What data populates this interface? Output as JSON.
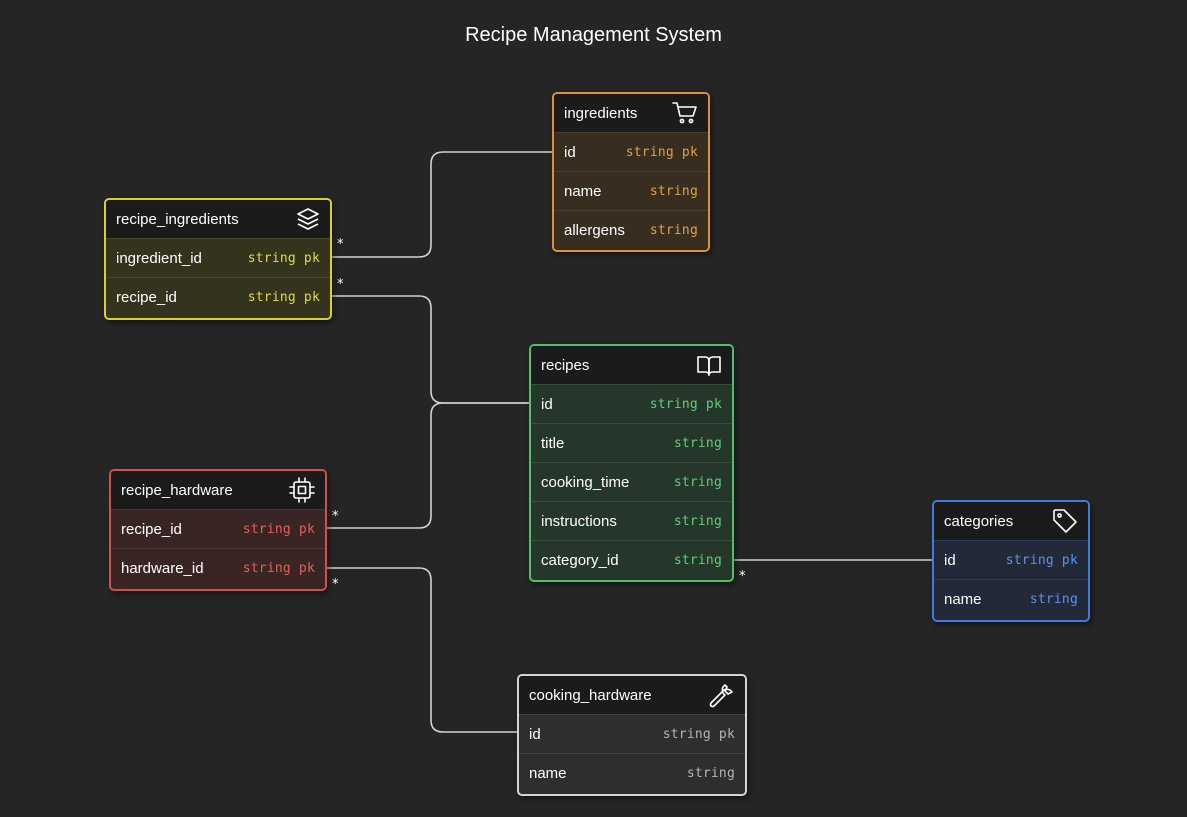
{
  "diagram": {
    "title": "Recipe Management System"
  },
  "entities": {
    "ingredients": {
      "name": "ingredients",
      "icon": "cart-icon",
      "color": "#d9903a",
      "fields": [
        {
          "name": "id",
          "type": "string pk"
        },
        {
          "name": "name",
          "type": "string"
        },
        {
          "name": "allergens",
          "type": "string"
        }
      ]
    },
    "recipe_ingredients": {
      "name": "recipe_ingredients",
      "icon": "layers-icon",
      "color": "#d6d12c",
      "fields": [
        {
          "name": "ingredient_id",
          "type": "string pk"
        },
        {
          "name": "recipe_id",
          "type": "string pk"
        }
      ]
    },
    "recipes": {
      "name": "recipes",
      "icon": "book-icon",
      "color": "#4fbf6b",
      "fields": [
        {
          "name": "id",
          "type": "string pk"
        },
        {
          "name": "title",
          "type": "string"
        },
        {
          "name": "cooking_time",
          "type": "string"
        },
        {
          "name": "instructions",
          "type": "string"
        },
        {
          "name": "category_id",
          "type": "string"
        }
      ]
    },
    "recipe_hardware": {
      "name": "recipe_hardware",
      "icon": "chip-icon",
      "color": "#d1504a",
      "fields": [
        {
          "name": "recipe_id",
          "type": "string pk"
        },
        {
          "name": "hardware_id",
          "type": "string pk"
        }
      ]
    },
    "categories": {
      "name": "categories",
      "icon": "tag-icon",
      "color": "#3f7ce0",
      "fields": [
        {
          "name": "id",
          "type": "string pk"
        },
        {
          "name": "name",
          "type": "string"
        }
      ]
    },
    "cooking_hardware": {
      "name": "cooking_hardware",
      "icon": "wrench-icon",
      "color": "#d4d4d4",
      "fields": [
        {
          "name": "id",
          "type": "string pk"
        },
        {
          "name": "name",
          "type": "string"
        }
      ]
    }
  },
  "relationships": [
    {
      "from": "recipe_ingredients.ingredient_id",
      "to": "ingredients.id",
      "cardinality": "*"
    },
    {
      "from": "recipe_ingredients.recipe_id",
      "to": "recipes.id",
      "cardinality": "*"
    },
    {
      "from": "recipe_hardware.recipe_id",
      "to": "recipes.id",
      "cardinality": "*"
    },
    {
      "from": "recipe_hardware.hardware_id",
      "to": "cooking_hardware.id",
      "cardinality": "*"
    },
    {
      "from": "recipes.category_id",
      "to": "categories.id",
      "cardinality": "*"
    }
  ]
}
